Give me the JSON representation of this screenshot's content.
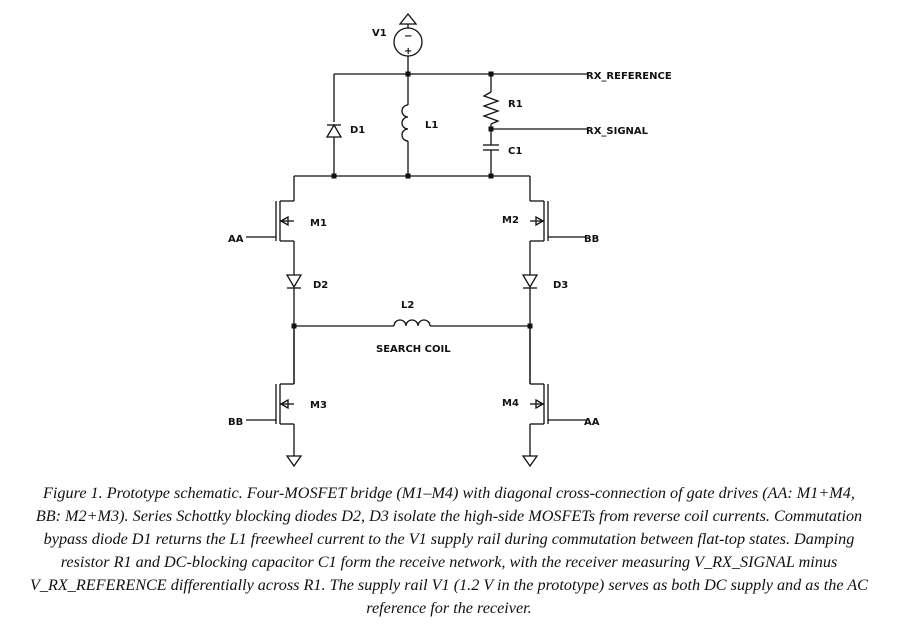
{
  "labels": {
    "v1": "V1",
    "v1_minus": "−",
    "v1_plus": "+",
    "d1": "D1",
    "l1": "L1",
    "r1": "R1",
    "c1": "C1",
    "rx_reference": "RX_REFERENCE",
    "rx_signal": "RX_SIGNAL",
    "m1": "M1",
    "m2": "M2",
    "m3": "M3",
    "m4": "M4",
    "d2": "D2",
    "d3": "D3",
    "l2": "L2",
    "search_coil": "SEARCH COIL",
    "aa_left": "AA",
    "bb_right": "BB",
    "bb_left": "BB",
    "aa_right": "AA"
  },
  "caption": "Figure 1. Prototype schematic. Four-MOSFET bridge (M1–M4) with diagonal cross-connection of gate drives (AA: M1+M4, BB: M2+M3). Series Schottky blocking diodes D2, D3 isolate the high-side MOSFETs from reverse coil currents. Commutation bypass diode D1 returns the L1 freewheel current to the V1 supply rail during commutation between flat-top states. Damping resistor R1 and DC-blocking capacitor C1 form the receive network, with the receiver measuring V_RX_SIGNAL minus V_RX_REFERENCE differentially across R1. The supply rail V1 (1.2 V in the prototype) serves as both DC supply and as the AC reference for the receiver."
}
